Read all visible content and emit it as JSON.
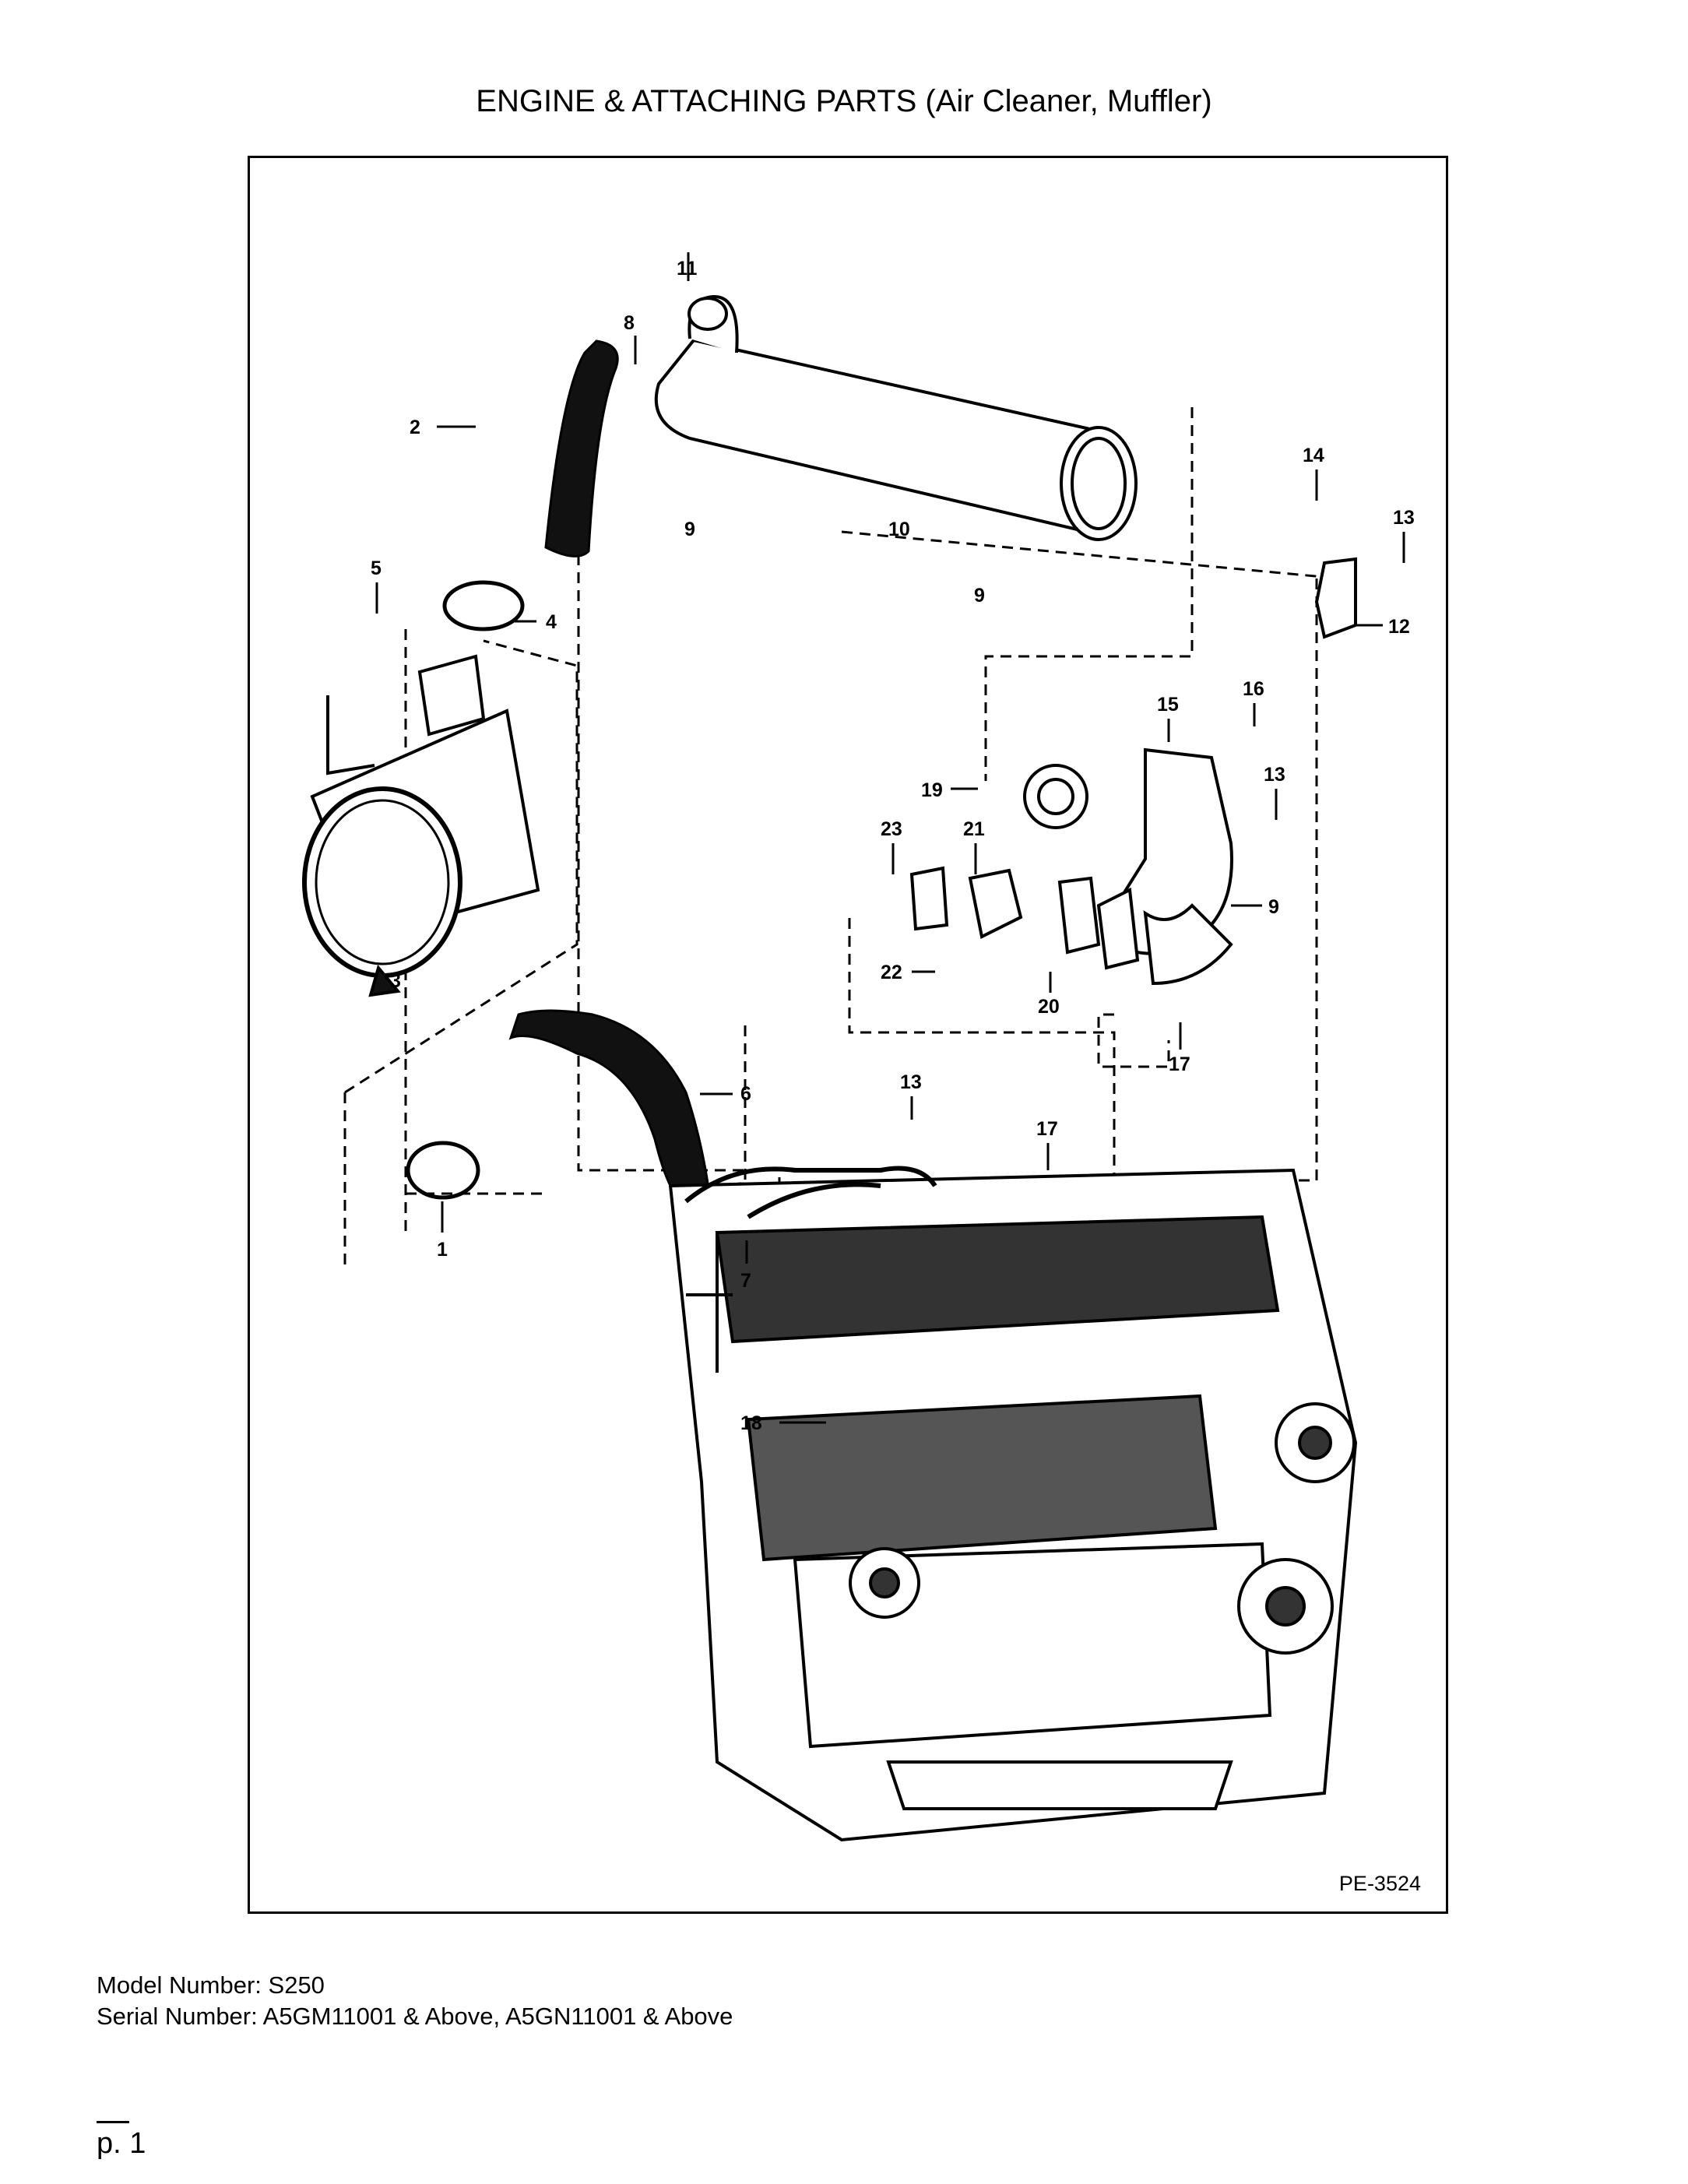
{
  "title": "ENGINE & ATTACHING PARTS (Air Cleaner, Muffler)",
  "diagram": {
    "code": "PE-3524",
    "callouts": [
      "11",
      "8",
      "2",
      "14",
      "13",
      "5",
      "4",
      "9",
      "10",
      "9",
      "12",
      "15",
      "16",
      "19",
      "13",
      "23",
      "21",
      "3",
      "9",
      "22",
      "20",
      "17",
      "13",
      "6",
      "17",
      "1",
      "7",
      "18"
    ]
  },
  "footer": {
    "model": "Model Number: S250",
    "serial": "Serial Number: A5GM11001 & Above, A5GN11001 & Above",
    "page": "p. 1"
  }
}
